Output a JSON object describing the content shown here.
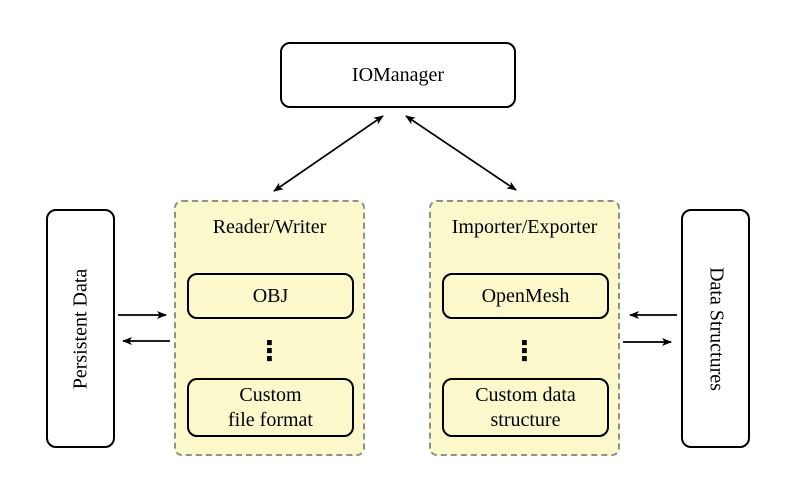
{
  "diagram": {
    "nodes": {
      "iomanager": {
        "label": "IOManager"
      },
      "persistent_data": {
        "label": "Persistent Data"
      },
      "data_structures": {
        "label": "Data Structures"
      },
      "reader_writer": {
        "label": "Reader/Writer",
        "item1": "OBJ",
        "dots": "⋮",
        "item2_line1": "Custom",
        "item2_line2": "file format"
      },
      "importer_exporter": {
        "label": "Importer/Exporter",
        "item1": "OpenMesh",
        "dots": "⋮",
        "item2_line1": "Custom data",
        "item2_line2": "structure"
      }
    },
    "edges": [
      {
        "from": "iomanager",
        "to": "reader_writer",
        "direction": "both"
      },
      {
        "from": "iomanager",
        "to": "importer_exporter",
        "direction": "both"
      },
      {
        "from": "persistent_data",
        "to": "reader_writer",
        "direction": "to"
      },
      {
        "from": "reader_writer",
        "to": "persistent_data",
        "direction": "to"
      },
      {
        "from": "data_structures",
        "to": "importer_exporter",
        "direction": "to"
      },
      {
        "from": "importer_exporter",
        "to": "data_structures",
        "direction": "to"
      }
    ],
    "colors": {
      "group_fill": "#FBF8CC",
      "group_border": "#8F8F8F",
      "node_fill": "#FFFFFF",
      "line": "#000000"
    }
  }
}
